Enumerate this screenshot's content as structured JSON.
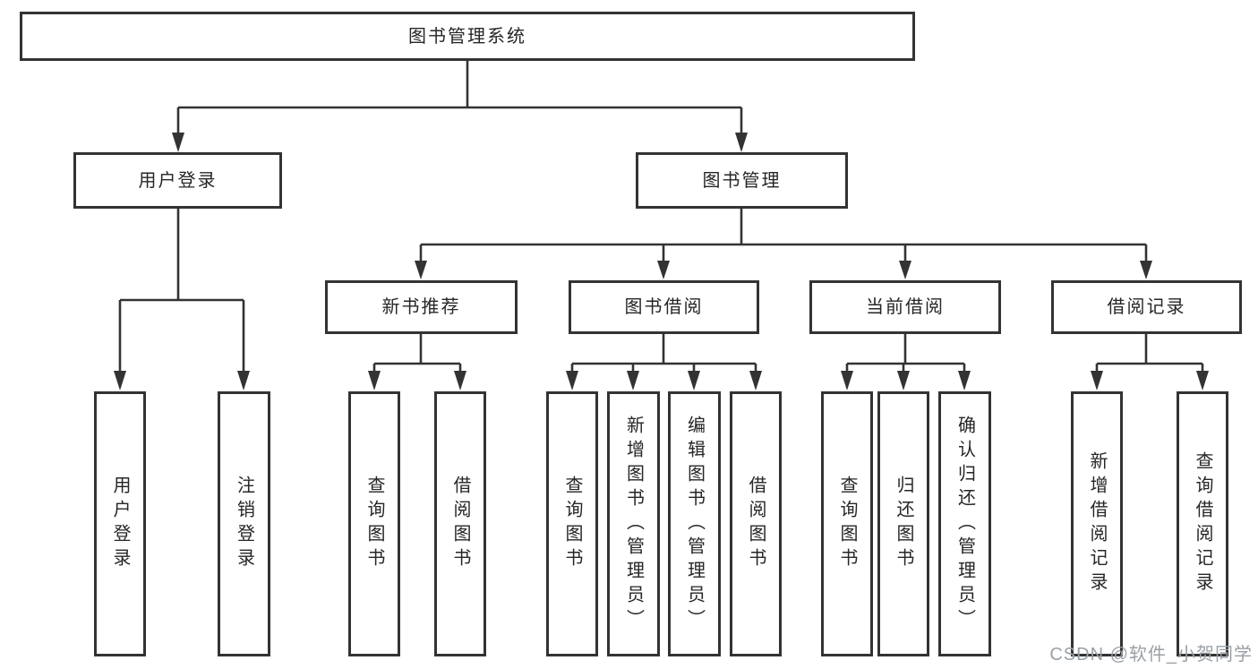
{
  "diagram": {
    "type": "functional-structure-tree",
    "colors": {
      "line": "#333333",
      "box_border": "#333333",
      "text": "#262626",
      "background": "#ffffff",
      "watermark_text": "#9aa0a6"
    },
    "nodes": {
      "root": {
        "label": "图书管理系统"
      },
      "user_login": {
        "label": "用户登录"
      },
      "book_mgmt": {
        "label": "图书管理"
      },
      "new_book_rec": {
        "label": "新书推荐"
      },
      "book_borrow": {
        "label": "图书借阅"
      },
      "current_borrow": {
        "label": "当前借阅"
      },
      "borrow_records": {
        "label": "借阅记录"
      },
      "leaf_user_login": {
        "label": "用户登录"
      },
      "leaf_logout": {
        "label": "注销登录"
      },
      "leaf_rec_query": {
        "label": "查询图书"
      },
      "leaf_rec_borrow": {
        "label": "借阅图书"
      },
      "leaf_bb_query": {
        "label": "查询图书"
      },
      "leaf_bb_add": {
        "label": "新增图书（管理员）"
      },
      "leaf_bb_edit": {
        "label": "编辑图书（管理员）"
      },
      "leaf_bb_borrow": {
        "label": "借阅图书"
      },
      "leaf_cb_query": {
        "label": "查询图书"
      },
      "leaf_cb_return": {
        "label": "归还图书"
      },
      "leaf_cb_confirm": {
        "label": "确认归还（管理员）"
      },
      "leaf_br_add": {
        "label": "新增借阅记录"
      },
      "leaf_br_query": {
        "label": "查询借阅记录"
      }
    },
    "edges": [
      [
        "root",
        "user_login"
      ],
      [
        "root",
        "book_mgmt"
      ],
      [
        "user_login",
        "leaf_user_login"
      ],
      [
        "user_login",
        "leaf_logout"
      ],
      [
        "book_mgmt",
        "new_book_rec"
      ],
      [
        "book_mgmt",
        "book_borrow"
      ],
      [
        "book_mgmt",
        "current_borrow"
      ],
      [
        "book_mgmt",
        "borrow_records"
      ],
      [
        "new_book_rec",
        "leaf_rec_query"
      ],
      [
        "new_book_rec",
        "leaf_rec_borrow"
      ],
      [
        "book_borrow",
        "leaf_bb_query"
      ],
      [
        "book_borrow",
        "leaf_bb_add"
      ],
      [
        "book_borrow",
        "leaf_bb_edit"
      ],
      [
        "book_borrow",
        "leaf_bb_borrow"
      ],
      [
        "current_borrow",
        "leaf_cb_query"
      ],
      [
        "current_borrow",
        "leaf_cb_return"
      ],
      [
        "current_borrow",
        "leaf_cb_confirm"
      ],
      [
        "borrow_records",
        "leaf_br_add"
      ],
      [
        "borrow_records",
        "leaf_br_query"
      ]
    ]
  },
  "watermark": {
    "text": "CSDN @软件_小贺同学"
  }
}
